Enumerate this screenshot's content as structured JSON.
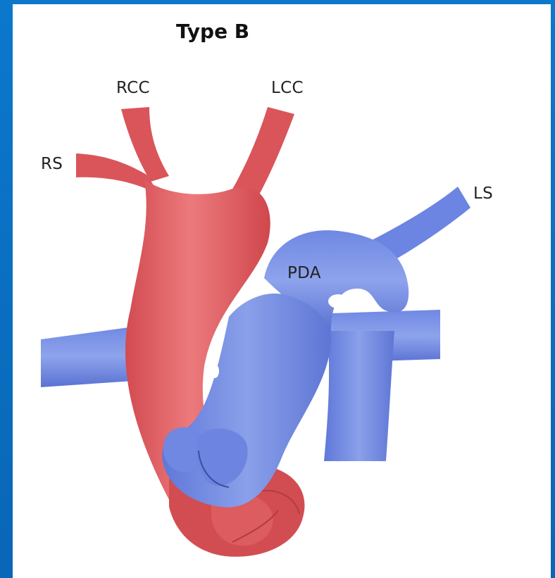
{
  "diagram": {
    "title": "Type B",
    "labels": {
      "rcc": "RCC",
      "lcc": "LCC",
      "rs": "RS",
      "ls": "LS",
      "pda": "PDA"
    },
    "colors": {
      "aorta": "#de5a5e",
      "aorta_dark": "#c4454a",
      "pulmonary": "#6b84e0",
      "pulmonary_dark": "#5069c9",
      "frame": "#0a6fc2",
      "background": "#ffffff"
    }
  }
}
